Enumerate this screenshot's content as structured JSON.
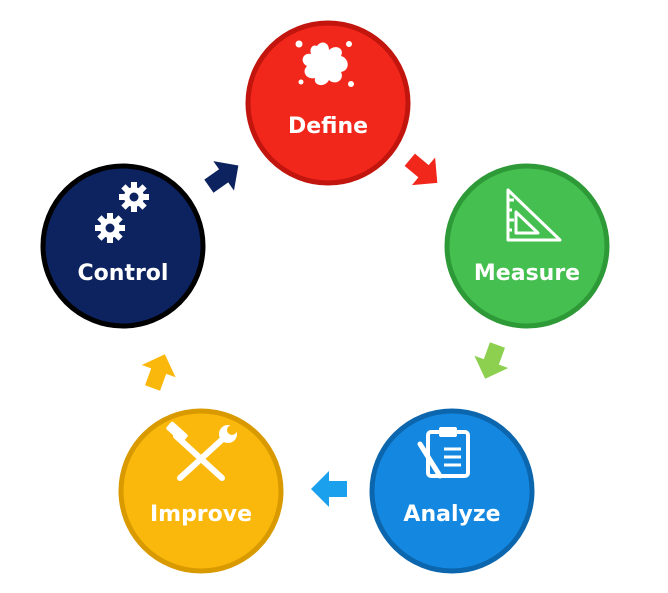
{
  "diagram": {
    "stages": [
      {
        "id": "define",
        "label": "Define",
        "icon": "splash-icon",
        "fill": "#f2271c",
        "ring": "#c2150d"
      },
      {
        "id": "measure",
        "label": "Measure",
        "icon": "set-square-icon",
        "fill": "#45c050",
        "ring": "#2e9a37"
      },
      {
        "id": "analyze",
        "label": "Analyze",
        "icon": "clipboard-icon",
        "fill": "#1488e0",
        "ring": "#0b66ad"
      },
      {
        "id": "improve",
        "label": "Improve",
        "icon": "tools-icon",
        "fill": "#fbb80c",
        "ring": "#d99a00"
      },
      {
        "id": "control",
        "label": "Control",
        "icon": "gears-icon",
        "fill": "#0d2360",
        "ring": "#000000"
      }
    ],
    "arrows": [
      {
        "from": "define",
        "to": "measure",
        "color": "#f2271c"
      },
      {
        "from": "measure",
        "to": "analyze",
        "color": "#8dcf4f"
      },
      {
        "from": "analyze",
        "to": "improve",
        "color": "#1aa0ec"
      },
      {
        "from": "improve",
        "to": "control",
        "color": "#fbb80c"
      },
      {
        "from": "control",
        "to": "define",
        "color": "#0d2360"
      }
    ]
  }
}
